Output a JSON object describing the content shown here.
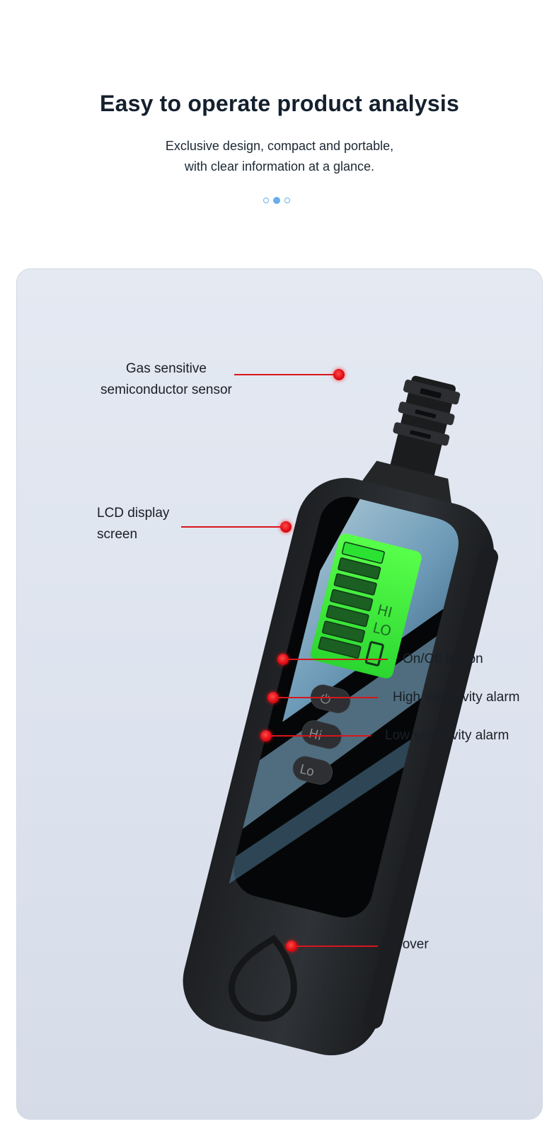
{
  "header": {
    "title": "Easy to operate product analysis",
    "subtitle_line1": "Exclusive design, compact and portable,",
    "subtitle_line2": "with clear information at a glance.",
    "carousel_total": 3,
    "carousel_active": 2
  },
  "product": {
    "screen_labels": {
      "hi": "HI",
      "lo": "LO"
    },
    "buttons": {
      "power_symbol": "⏻",
      "high": "Hi",
      "low": "Lo"
    },
    "battery_bars_total": 7
  },
  "callouts": {
    "sensor_line1": "Gas sensitive",
    "sensor_line2": "semiconductor sensor",
    "lcd_line1": "LCD display",
    "lcd_line2": "screen",
    "on_off": "On/Off button",
    "high_alarm": "High sensitivity alarm",
    "low_alarm": "Low sensitivity alarm",
    "cover": "Cover"
  },
  "colors": {
    "title": "#14202e",
    "accent_dot": "#6aaeea",
    "leader_red": "#d8161c",
    "lcd_green": "#3ef53a",
    "device_body": "#2a2c2f"
  }
}
